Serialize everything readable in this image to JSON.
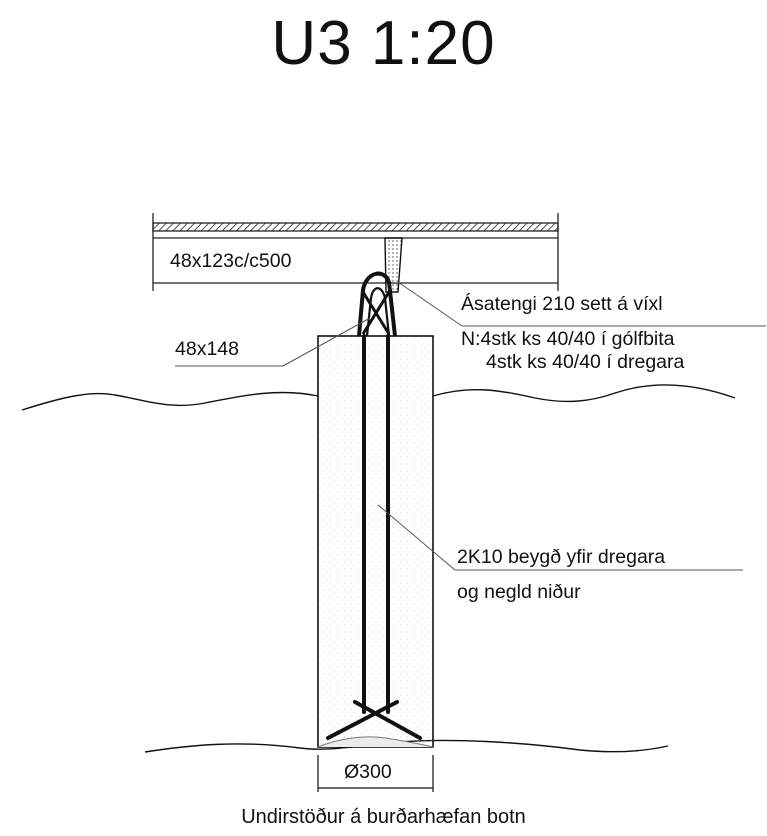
{
  "drawing": {
    "title": "U3 1:20",
    "caption": "Undirstöður á burðarhæfan botn",
    "labels": {
      "joist": "48x123c/c500",
      "bracket_line1": "Ásatengi 210 sett á víxl",
      "bracket_line2": "N:4stk ks 40/40 í gólfbita",
      "bracket_line3": "4stk ks 40/40 í dregara",
      "post": "48x148",
      "rebar_line1": "2K10 beygð yfir dregara",
      "rebar_line2": "og negld niður",
      "diameter": "Ø300"
    }
  }
}
